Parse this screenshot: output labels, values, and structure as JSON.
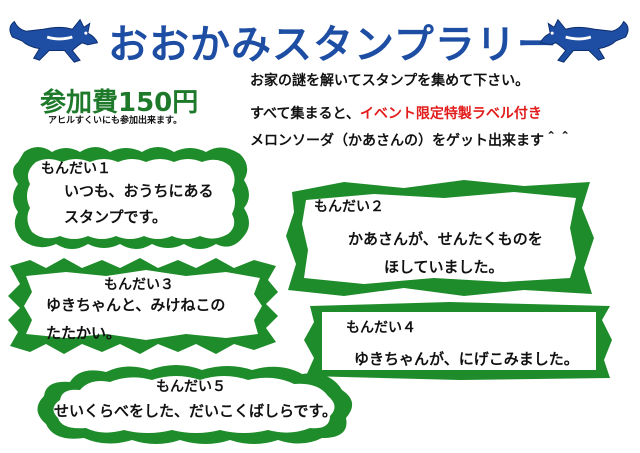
{
  "title": "おおかみスタンプラリー",
  "fee": {
    "label": "参加費150円",
    "note": "アヒルすくいにも参加出来ます。"
  },
  "intro": {
    "line1": "お家の謎を解いてスタンプを集めて下さい。",
    "line2_prefix": "すべて集まると、",
    "line2_highlight": "イベント限定特製ラベル付き",
    "line3": "メロンソーダ（かあさんの）をゲット出来ます＾＾"
  },
  "questions": [
    {
      "title": "もんだい１",
      "lines": [
        "いつも、おうちにある",
        "スタンプです。"
      ]
    },
    {
      "title": "もんだい２",
      "lines": [
        "かあさんが、せんたくものを",
        "ほしていました。"
      ]
    },
    {
      "title": "もんだい３",
      "lines": [
        "ゆきちゃんと、みけねこの",
        "たたかい。"
      ]
    },
    {
      "title": "もんだい４",
      "lines": [
        "ゆきちゃんが、にげこみました。"
      ]
    },
    {
      "title": "もんだい５",
      "lines": [
        "せいくらべをした、だいこくばしらです。"
      ]
    }
  ],
  "colors": {
    "title": "#1e4ea3",
    "fee": "#1e7a2a",
    "frame_green": "#1e8c2a",
    "highlight_red": "#e21b1b",
    "wolf_blue": "#1e4ea3"
  },
  "icons": [
    "wolf-icon",
    "wolf-icon"
  ]
}
